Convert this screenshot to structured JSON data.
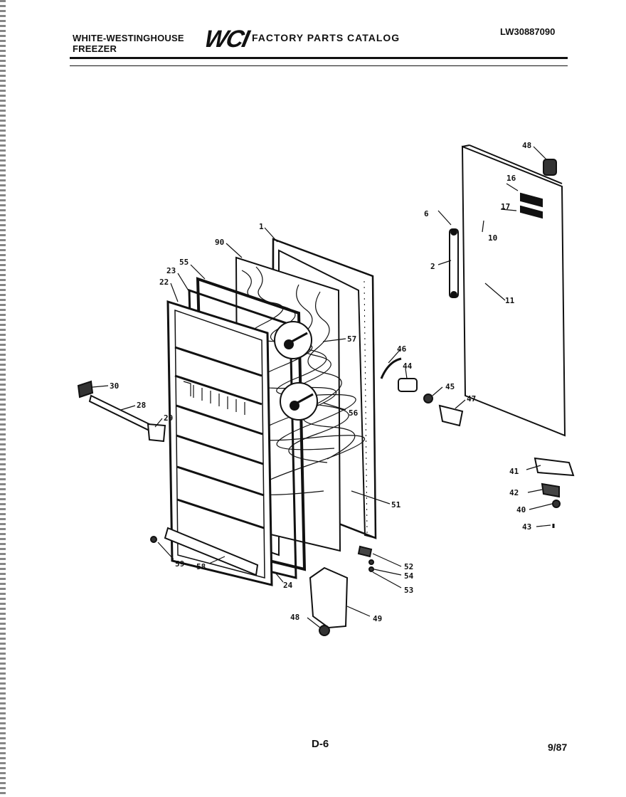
{
  "header": {
    "brand_line1": "WHITE-WESTINGHOUSE",
    "brand_line2": "FREEZER",
    "logo": "WCI",
    "catalog_title": "FACTORY PARTS CATALOG",
    "model_number": "LW30887090"
  },
  "callouts": [
    "1",
    "2",
    "6",
    "10",
    "11",
    "16",
    "17",
    "22",
    "23",
    "24",
    "28",
    "29",
    "30",
    "40",
    "41",
    "42",
    "43",
    "44",
    "45",
    "46",
    "47",
    "48",
    "48",
    "49",
    "51",
    "52",
    "53",
    "54",
    "55",
    "56",
    "57",
    "58",
    "59",
    "90"
  ],
  "footer": {
    "page": "D-6",
    "date": "9/87"
  }
}
